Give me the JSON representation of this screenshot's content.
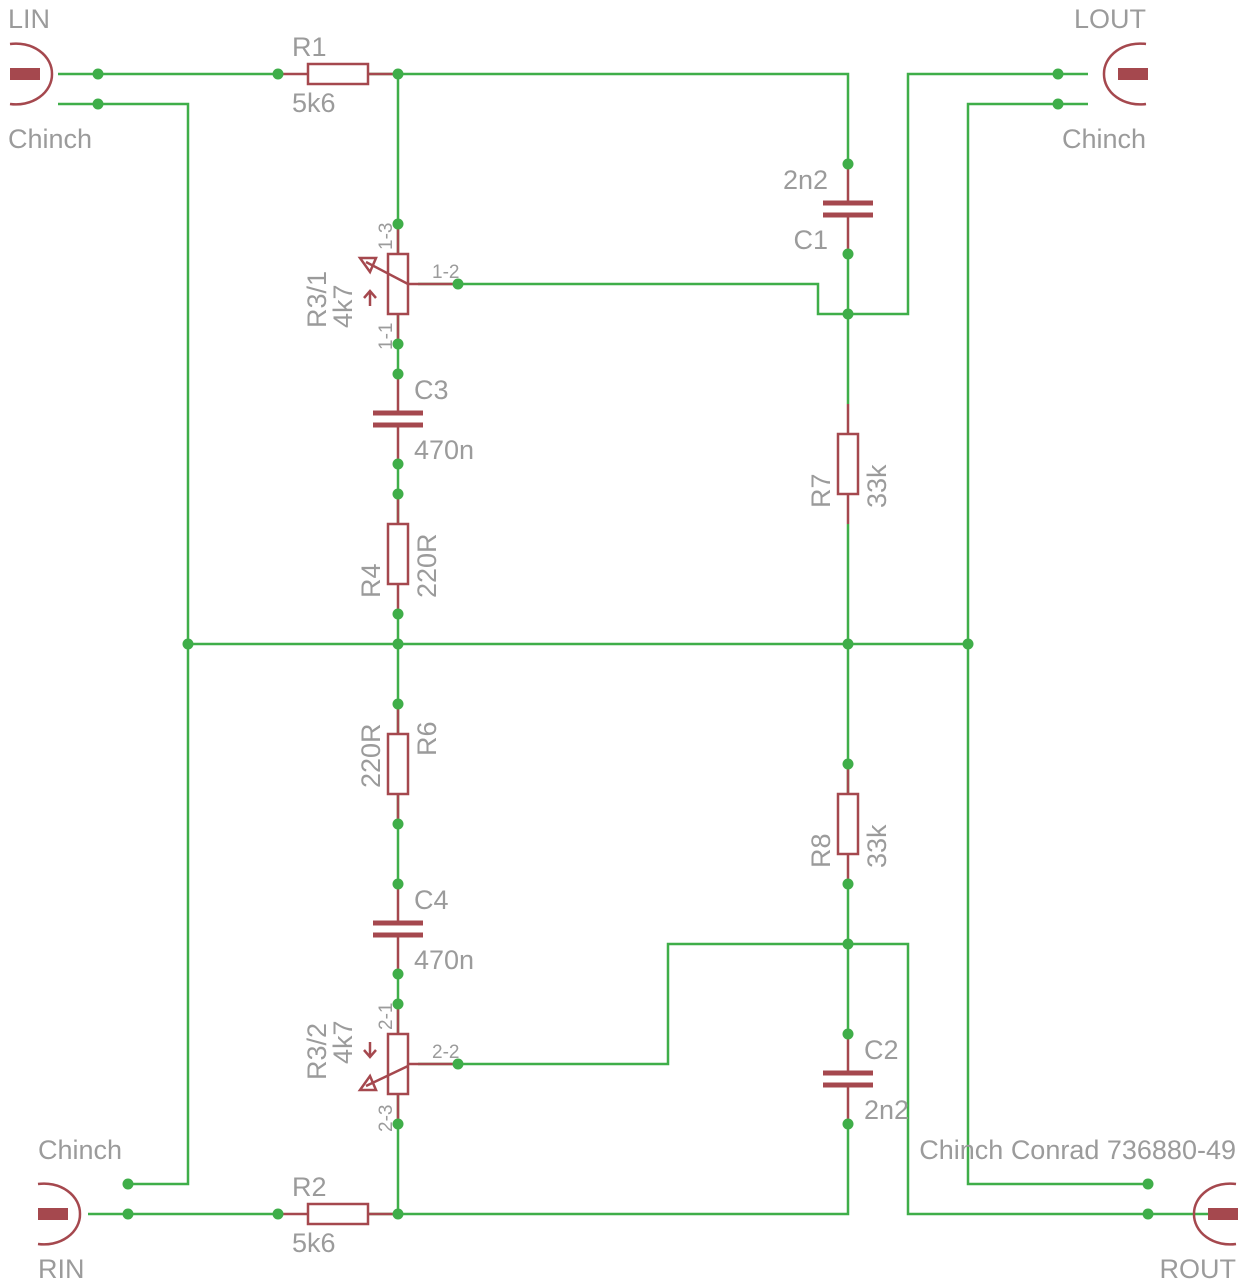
{
  "connectors": {
    "lin": {
      "name": "LIN",
      "value": "Chinch"
    },
    "lout": {
      "name": "LOUT",
      "value": "Chinch"
    },
    "rin": {
      "name": "RIN",
      "value": "Chinch"
    },
    "rout": {
      "name": "ROUT",
      "value": "Chinch Conrad 736880-49"
    }
  },
  "resistors": {
    "r1": {
      "name": "R1",
      "value": "5k6"
    },
    "r2": {
      "name": "R2",
      "value": "5k6"
    },
    "r4": {
      "name": "R4",
      "value": "220R"
    },
    "r6": {
      "name": "R6",
      "value": "220R"
    },
    "r7": {
      "name": "R7",
      "value": "33k"
    },
    "r8": {
      "name": "R8",
      "value": "33k"
    }
  },
  "capacitors": {
    "c1": {
      "name": "C1",
      "value": "2n2"
    },
    "c2": {
      "name": "C2",
      "value": "2n2"
    },
    "c3": {
      "name": "C3",
      "value": "470n"
    },
    "c4": {
      "name": "C4",
      "value": "470n"
    }
  },
  "potentiometers": {
    "r3_1": {
      "name": "R3/1",
      "value": "4k7",
      "pins": [
        "1-3",
        "1-2",
        "1-1"
      ]
    },
    "r3_2": {
      "name": "R3/2",
      "value": "4k7",
      "pins": [
        "2-1",
        "2-2",
        "2-3"
      ]
    }
  },
  "colors": {
    "wire": "#3fae49",
    "part": "#a5484e",
    "text": "#9b9b9b"
  }
}
